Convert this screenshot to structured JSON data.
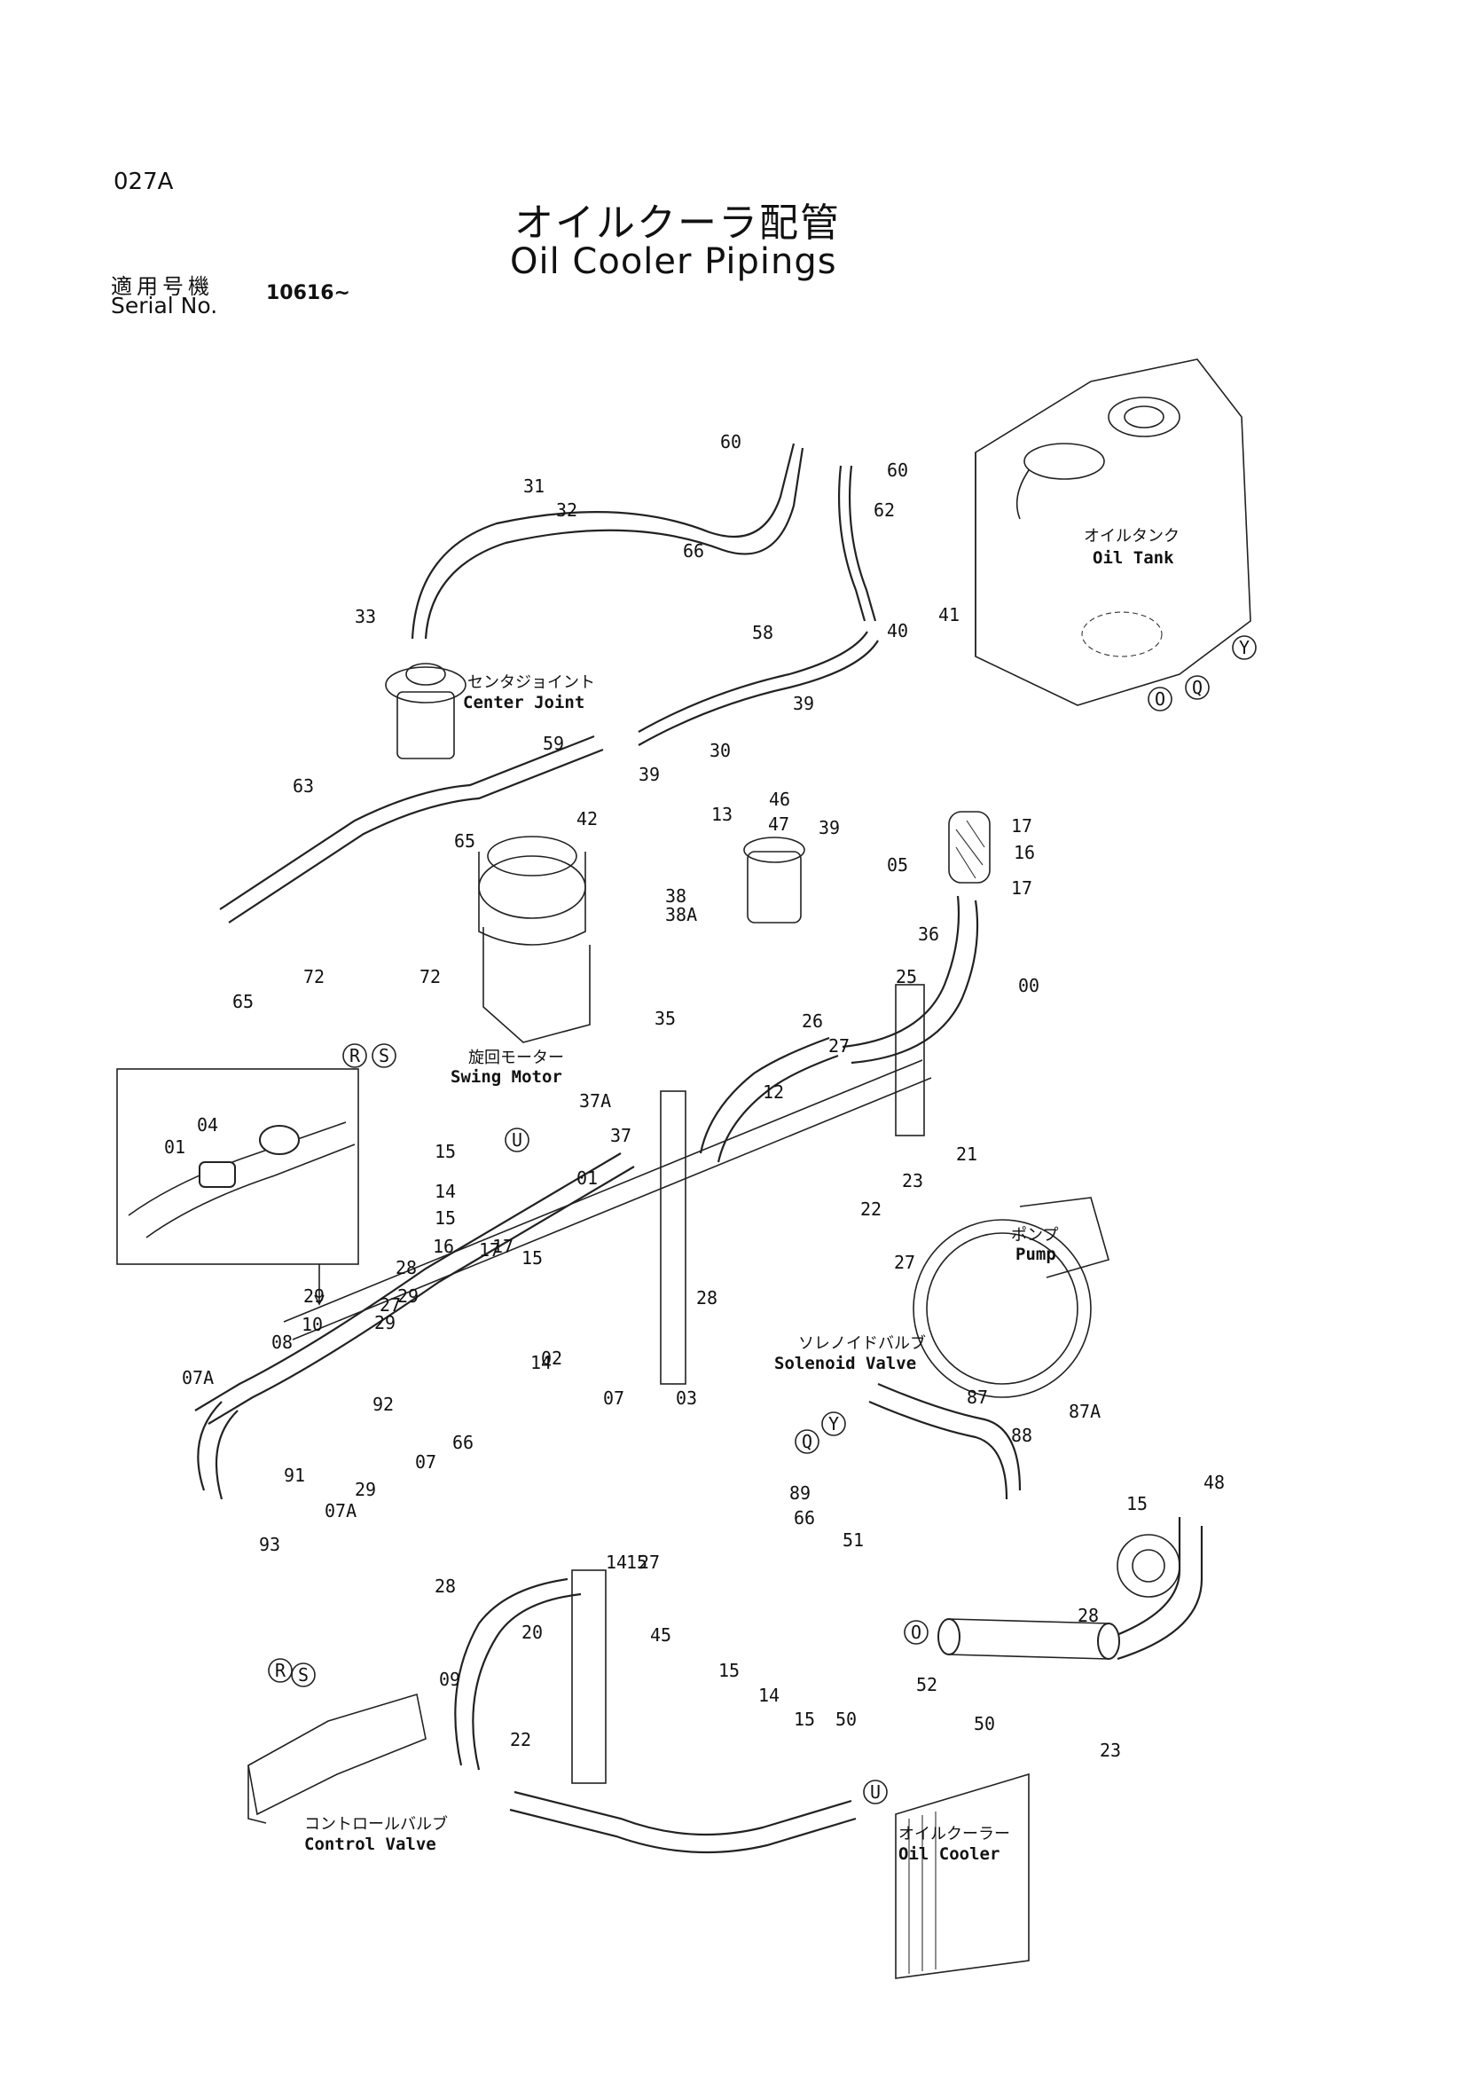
{
  "page_code": "027A",
  "title_jp": "オイルクーラ配管",
  "title_en": "Oil Cooler Pipings",
  "serial_label_jp": "適用号機",
  "serial_label_en": "Serial No.",
  "serial_value": "10616~",
  "components": {
    "oil_tank": {
      "jp": "オイルタンク",
      "en": "Oil Tank"
    },
    "center_joint": {
      "jp": "センタジョイント",
      "en": "Center Joint"
    },
    "swing_motor": {
      "jp": "旋回モーター",
      "en": "Swing Motor"
    },
    "pump": {
      "jp": "ポンプ",
      "en": "Pump"
    },
    "solenoid_valve": {
      "jp": "ソレノイドバルブ",
      "en": "Solenoid Valve"
    },
    "control_valve": {
      "jp": "コントロールバルブ",
      "en": "Control Valve"
    },
    "oil_cooler": {
      "jp": "オイルクーラー",
      "en": "Oil Cooler"
    }
  },
  "port_markers": [
    "Y",
    "Q",
    "O",
    "R",
    "S",
    "U",
    "Q",
    "Y",
    "O",
    "R",
    "S",
    "U"
  ],
  "part_labels": [
    "60",
    "60",
    "31",
    "32",
    "62",
    "66",
    "33",
    "41",
    "40",
    "58",
    "39",
    "59",
    "30",
    "46",
    "47",
    "63",
    "39",
    "42",
    "13",
    "39",
    "65",
    "05",
    "17",
    "16",
    "17",
    "38",
    "38A",
    "36",
    "65",
    "72",
    "72",
    "00",
    "25",
    "35",
    "26",
    "27",
    "12",
    "37A",
    "37",
    "04",
    "01",
    "15",
    "21",
    "14",
    "01",
    "23",
    "22",
    "15",
    "17",
    "16",
    "27",
    "29",
    "28",
    "17",
    "29",
    "29",
    "15",
    "28",
    "27",
    "10",
    "08",
    "14",
    "02",
    "07A",
    "07",
    "03",
    "92",
    "66",
    "91",
    "29",
    "07",
    "07A",
    "93",
    "87",
    "87A",
    "88",
    "89",
    "66",
    "51",
    "48",
    "15",
    "14",
    "15",
    "27",
    "28",
    "20",
    "45",
    "28",
    "09",
    "15",
    "14",
    "15",
    "50",
    "52",
    "50",
    "23",
    "22"
  ]
}
